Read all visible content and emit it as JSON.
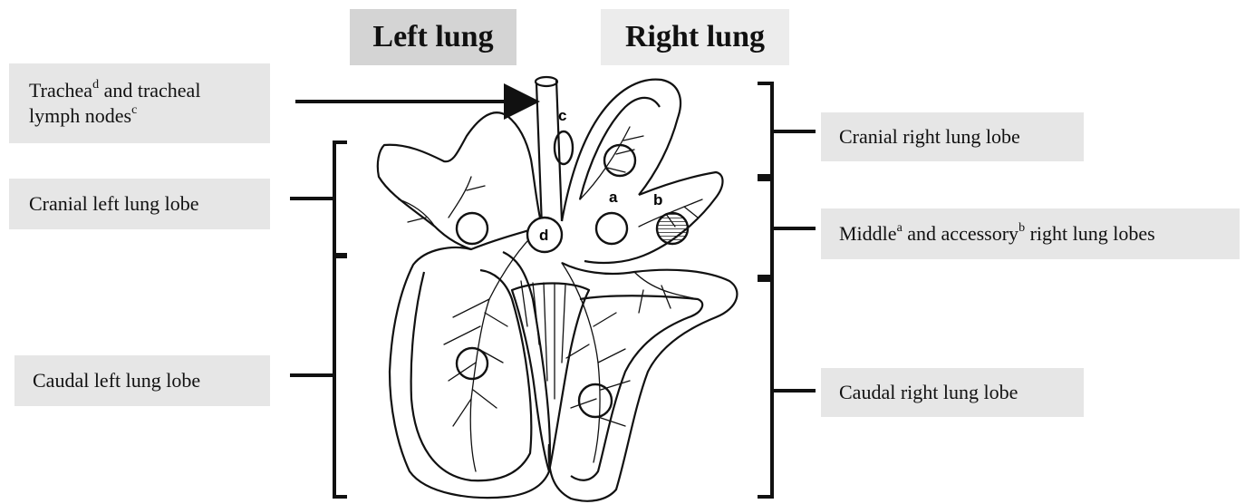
{
  "headers": {
    "left_lung": "Left lung",
    "right_lung": "Right lung"
  },
  "labels": {
    "trachea": {
      "main": "Trachea",
      "sup1": "d",
      "mid": " and tracheal",
      "line2": "lymph nodes",
      "sup2": "c"
    },
    "cranial_left": "Cranial left lung lobe",
    "caudal_left": "Caudal left lung lobe",
    "cranial_right": "Cranial right lung lobe",
    "middle_accessory_right": {
      "part1": "Middle",
      "sup1": "a",
      "part2": " and accessory",
      "sup2": "b",
      "part3": " right lung lobes"
    },
    "caudal_right": "Caudal right lung lobe"
  },
  "sample_markers": [
    "a",
    "b",
    "c",
    "d"
  ],
  "colors": {
    "header_left_bg": "#d4d4d4",
    "header_right_bg": "#ececec",
    "label_bg": "#e6e6e6",
    "stroke": "#111111"
  }
}
